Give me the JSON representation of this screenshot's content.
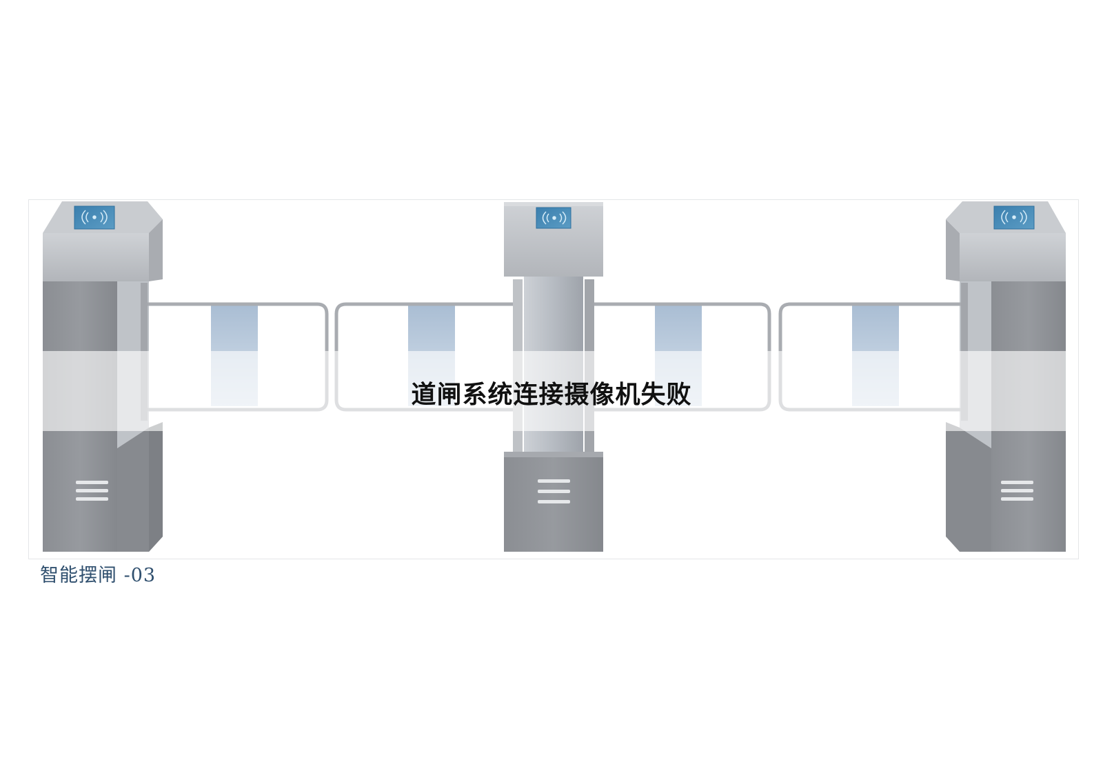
{
  "image": {
    "subject": "swing-gate-turnstile",
    "colors": {
      "housing_light": "#c3c6ca",
      "housing_dark": "#8e9196",
      "card_reader": "#3f86b3",
      "glass_panel": "#b7c8dc",
      "rail": "#a9acb1"
    }
  },
  "caption": "智能摆闸 -03",
  "overlay": {
    "title": "道闸系统连接摄像机失败"
  }
}
